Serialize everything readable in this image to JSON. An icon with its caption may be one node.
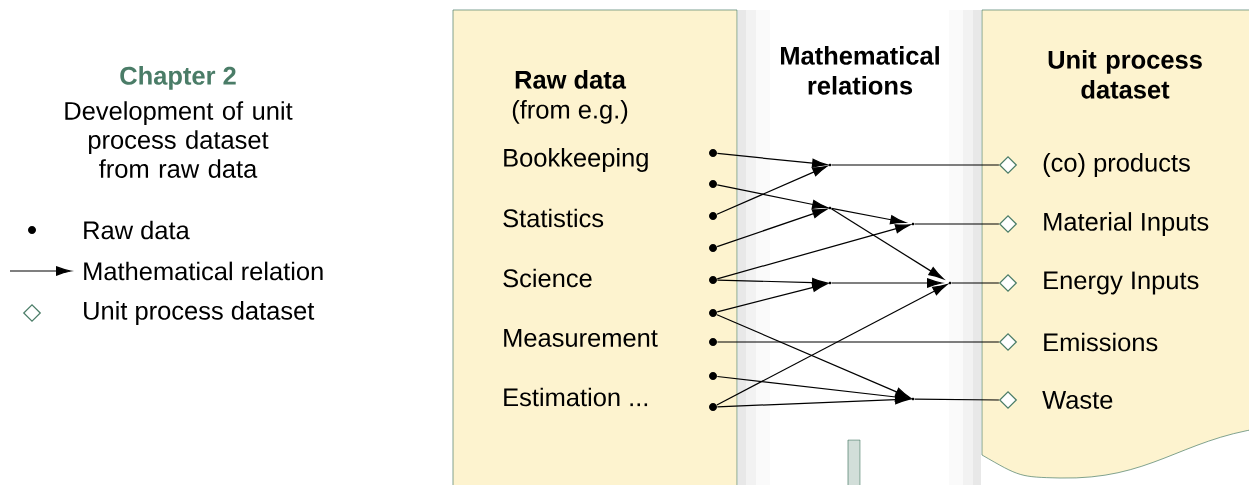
{
  "diagram": {
    "title": "Chapter 2",
    "nodes": [
      {
        "text": [
          "Raw data",
          "(from e.g.)"
        ]
      },
      {
        "text": [
          "Mathematical relations"
        ]
      },
      {
        "text": [
          "Unit process dataset"
        ]
      },
      {
        "text": [],
        "shape": "circle",
        "in": 0
      },
      {
        "text": [],
        "shape": "circle",
        "in": 0
      },
      {
        "text": [],
        "shape": "circle",
        "in": 0
      },
      {
        "text": [],
        "shape": "circle",
        "in": 0
      },
      {
        "text": [],
        "shape": "circle",
        "in": 0
      },
      {
        "text": [],
        "shape": "circle",
        "in": 0
      },
      {
        "text": [],
        "shape": "circle",
        "in": 0
      },
      {
        "text": [],
        "shape": "circle",
        "in": 0
      },
      {
        "text": [],
        "shape": "circle",
        "in": 0
      },
      {
        "text": [],
        "shape": "point",
        "in": 1
      },
      {
        "text": [],
        "shape": "point",
        "in": 1
      },
      {
        "text": [],
        "shape": "point",
        "in": 1
      },
      {
        "text": [],
        "shape": "point",
        "in": 1
      },
      {
        "text": [],
        "shape": "point",
        "in": 1
      },
      {
        "text": [],
        "shape": "point",
        "in": 1
      },
      {
        "text": [],
        "shape": "diamond",
        "in": 2,
        "beside": [
          "(co) products"
        ]
      },
      {
        "text": [],
        "shape": "diamond",
        "in": 2,
        "beside": [
          "Material Inputs"
        ]
      },
      {
        "text": [],
        "shape": "diamond",
        "in": 2,
        "beside": [
          "Energy Inputs"
        ]
      },
      {
        "text": [],
        "shape": "diamond",
        "in": 2,
        "beside": [
          "Emissions"
        ]
      },
      {
        "text": [],
        "shape": "diamond",
        "in": 2,
        "beside": [
          "Waste"
        ]
      }
    ],
    "edges": [
      {
        "from": 3,
        "to": 12,
        "arrow": "to"
      },
      {
        "from": 5,
        "to": 12,
        "arrow": "to"
      },
      {
        "from": 12,
        "to": 18,
        "arrow": "none"
      },
      {
        "from": 4,
        "to": 13,
        "arrow": "to"
      },
      {
        "from": 6,
        "to": 13,
        "arrow": "to"
      },
      {
        "from": 13,
        "to": 14,
        "arrow": "to"
      },
      {
        "from": 13,
        "to": 16,
        "arrow": "to"
      },
      {
        "from": 7,
        "to": 14,
        "arrow": "to"
      },
      {
        "from": 14,
        "to": 19,
        "arrow": "none"
      },
      {
        "from": 7,
        "to": 15,
        "arrow": "to"
      },
      {
        "from": 8,
        "to": 15,
        "arrow": "to"
      },
      {
        "from": 15,
        "to": 16,
        "arrow": "to"
      },
      {
        "from": 16,
        "to": 20,
        "arrow": "none"
      },
      {
        "from": 8,
        "to": 17,
        "arrow": "to"
      },
      {
        "from": 9,
        "to": 21,
        "arrow": "none"
      },
      {
        "from": 10,
        "to": 17,
        "arrow": "to"
      },
      {
        "from": 11,
        "to": 16,
        "arrow": "to"
      },
      {
        "from": 11,
        "to": 17,
        "arrow": "to"
      },
      {
        "from": 17,
        "to": 22,
        "arrow": "none"
      }
    ],
    "labels": [
      "Development of unit process dataset from raw data",
      "Bookkeeping",
      "Statistics",
      "Science",
      "Measurement",
      "Estimation ..."
    ],
    "legend": [
      {
        "text": "Raw data"
      },
      {
        "text": "Mathematical relation"
      },
      {
        "text": "Unit process dataset"
      }
    ]
  }
}
